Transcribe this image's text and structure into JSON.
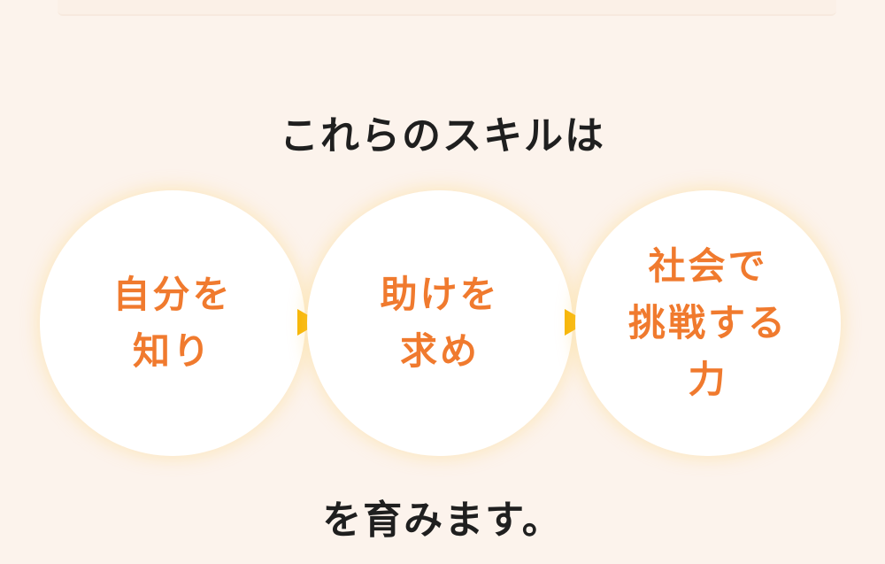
{
  "heading": "これらのスキルは",
  "steps": [
    {
      "label": "自分を\n知り"
    },
    {
      "label": "助けを\n求め"
    },
    {
      "label": "社会で\n挑戦する\n力"
    }
  ],
  "footer": "を育みます。",
  "colors": {
    "background": "#fcf3ec",
    "accent_text": "#f07a2e",
    "arrow": "#f7b500",
    "body_text": "#1f1f1f"
  },
  "icons": [
    "arrow-right-icon",
    "arrow-right-icon"
  ]
}
